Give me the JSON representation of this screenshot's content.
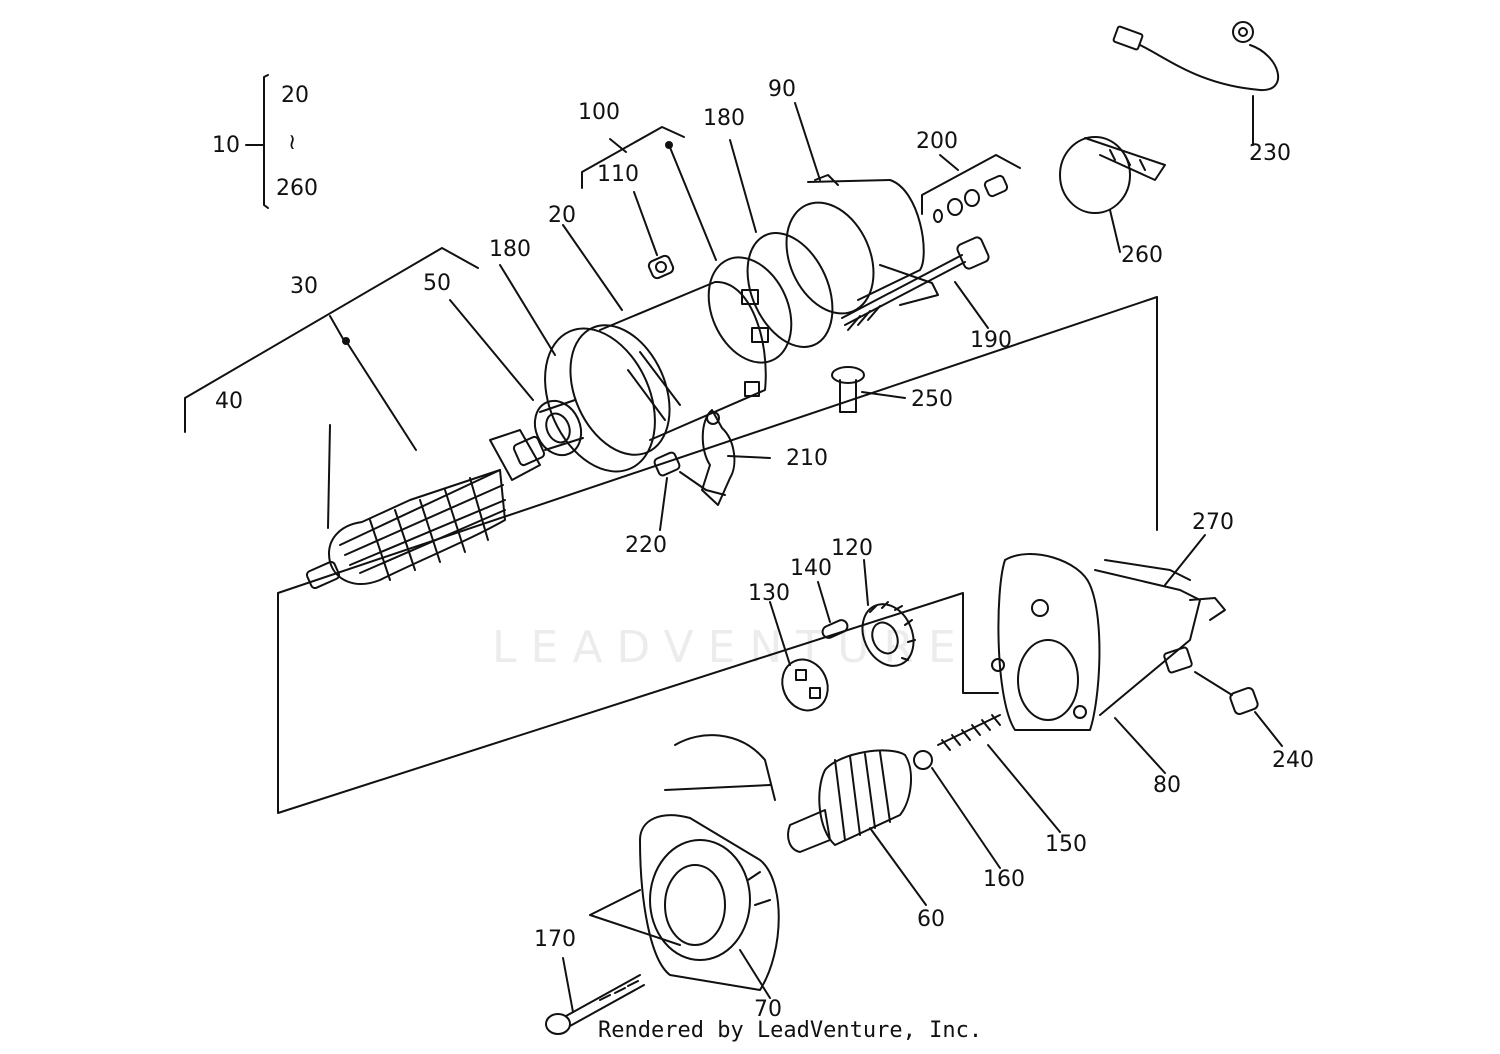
{
  "watermark": "LEADVENTURE",
  "footer": "Rendered by LeadVenture, Inc.",
  "group_10": {
    "label": "10",
    "from": "20",
    "sep": "≀",
    "to": "260"
  },
  "labels": {
    "p20": "20",
    "p30": "30",
    "p40": "40",
    "p50": "50",
    "p60": "60",
    "p70": "70",
    "p80": "80",
    "p90": "90",
    "p100": "100",
    "p110": "110",
    "p120": "120",
    "p130": "130",
    "p140": "140",
    "p150": "150",
    "p160": "160",
    "p170": "170",
    "p180a": "180",
    "p180b": "180",
    "p190": "190",
    "p200": "200",
    "p210": "210",
    "p220": "220",
    "p230": "230",
    "p240": "240",
    "p250": "250",
    "p260": "260",
    "p270": "270"
  }
}
